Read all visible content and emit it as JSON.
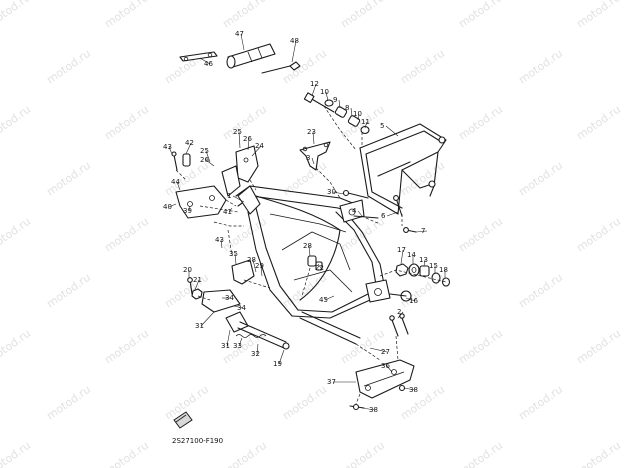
{
  "diagram": {
    "drawing_code": "2S27100-F190",
    "watermark_text": "motod.ru",
    "callouts": [
      {
        "id": "c46a",
        "label": "46"
      },
      {
        "id": "c47",
        "label": "47"
      },
      {
        "id": "c48",
        "label": "48"
      },
      {
        "id": "c12",
        "label": "12"
      },
      {
        "id": "c10a",
        "label": "10"
      },
      {
        "id": "c9",
        "label": "9"
      },
      {
        "id": "c8",
        "label": "8"
      },
      {
        "id": "c10b",
        "label": "10"
      },
      {
        "id": "c11",
        "label": "11"
      },
      {
        "id": "c5",
        "label": "5"
      },
      {
        "id": "c25a",
        "label": "25"
      },
      {
        "id": "c26a",
        "label": "26"
      },
      {
        "id": "c24",
        "label": "24"
      },
      {
        "id": "c23",
        "label": "23"
      },
      {
        "id": "c3",
        "label": "3"
      },
      {
        "id": "c42",
        "label": "42"
      },
      {
        "id": "c43a",
        "label": "43"
      },
      {
        "id": "c25b",
        "label": "25"
      },
      {
        "id": "c26b",
        "label": "26"
      },
      {
        "id": "c1",
        "label": "1"
      },
      {
        "id": "c44",
        "label": "44"
      },
      {
        "id": "c30",
        "label": "30"
      },
      {
        "id": "c4",
        "label": "4"
      },
      {
        "id": "c6",
        "label": "6"
      },
      {
        "id": "c40",
        "label": "40"
      },
      {
        "id": "c39",
        "label": "39"
      },
      {
        "id": "c41",
        "label": "41"
      },
      {
        "id": "c7",
        "label": "7"
      },
      {
        "id": "c43b",
        "label": "43"
      },
      {
        "id": "c17",
        "label": "17"
      },
      {
        "id": "c14",
        "label": "14"
      },
      {
        "id": "c13",
        "label": "13"
      },
      {
        "id": "c15",
        "label": "15"
      },
      {
        "id": "c18",
        "label": "18"
      },
      {
        "id": "c35",
        "label": "35"
      },
      {
        "id": "c28",
        "label": "28"
      },
      {
        "id": "c29",
        "label": "29"
      },
      {
        "id": "c28b",
        "label": "28"
      },
      {
        "id": "c22",
        "label": "22"
      },
      {
        "id": "c20",
        "label": "20"
      },
      {
        "id": "c21",
        "label": "21"
      },
      {
        "id": "c34a",
        "label": "34"
      },
      {
        "id": "c34b",
        "label": "34"
      },
      {
        "id": "c45",
        "label": "45"
      },
      {
        "id": "c16",
        "label": "16"
      },
      {
        "id": "c2",
        "label": "2"
      },
      {
        "id": "c31a",
        "label": "31"
      },
      {
        "id": "c31b",
        "label": "31"
      },
      {
        "id": "c33",
        "label": "33"
      },
      {
        "id": "c32",
        "label": "32"
      },
      {
        "id": "c19",
        "label": "19"
      },
      {
        "id": "c27",
        "label": "27"
      },
      {
        "id": "c37",
        "label": "37"
      },
      {
        "id": "c36",
        "label": "36"
      },
      {
        "id": "c38a",
        "label": "38"
      },
      {
        "id": "c38b",
        "label": "38"
      }
    ]
  }
}
